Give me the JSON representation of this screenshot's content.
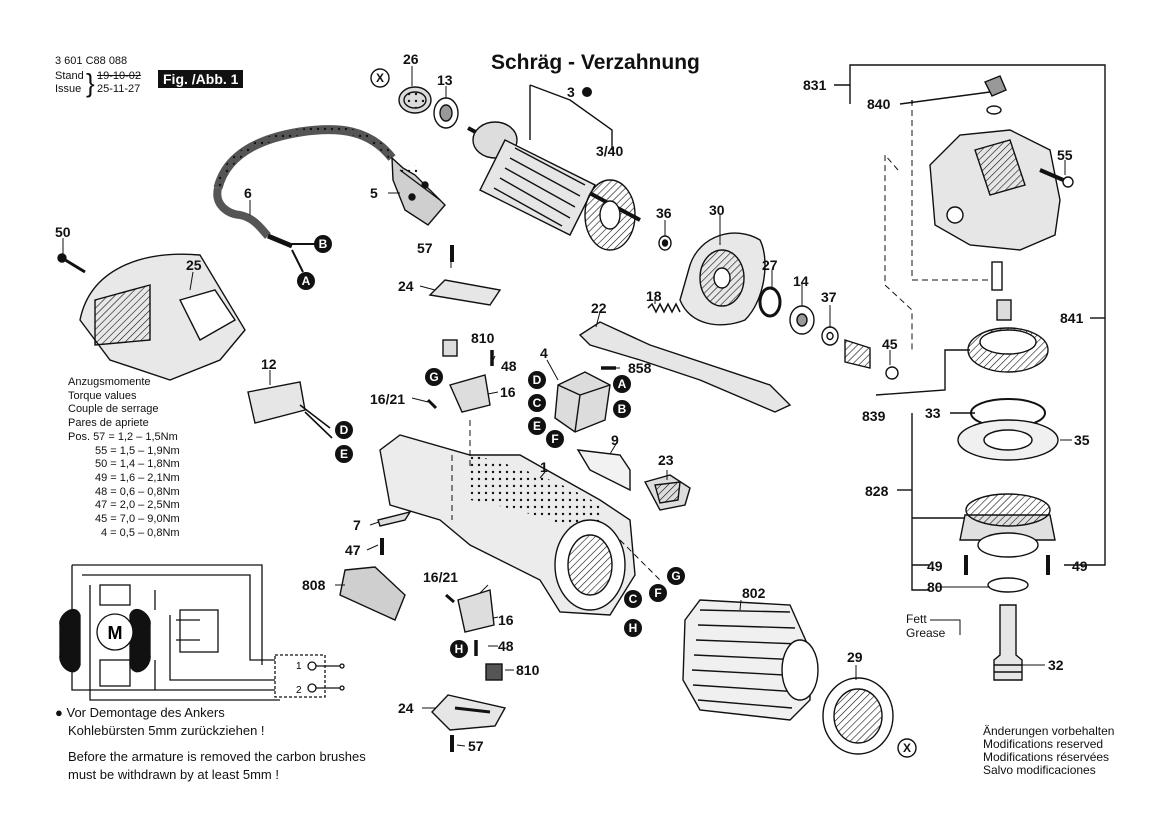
{
  "header": {
    "doc_number": "3 601 C88 088",
    "stand_label": "Stand",
    "issue_label": "Issue",
    "stand_date_old": "19-10-02",
    "issue_date": "25-11-27",
    "fig_label": "Fig. /Abb. 1",
    "title": "Schräg - Verzahnung"
  },
  "torque": {
    "title_lines": [
      "Anzugsmomente",
      "Torque values",
      "Couple de serrage",
      "Pares de apriete"
    ],
    "rows": [
      "Pos.  57 = 1,2  –  1,5Nm",
      "55 = 1,5  –  1,9Nm",
      "50 = 1,4  –  1,8Nm",
      "49 = 1,6  –  2,1Nm",
      "48 = 0,6  –  0,8Nm",
      "47 = 2,0  –  2,5Nm",
      "45 = 7,0  –  9,0Nm",
      "4 = 0,5  –  0,8Nm"
    ]
  },
  "note": {
    "bullet": "●",
    "de_line1": "Vor Demontage des Ankers",
    "de_line2": "Kohlebürsten 5mm zurückziehen !",
    "en_line1": "Before the armature is removed the carbon brushes",
    "en_line2": "must be withdrawn by at least 5mm !"
  },
  "grease": {
    "de": "Fett",
    "en": "Grease"
  },
  "modifications": [
    "Änderungen vorbehalten",
    "Modifications reserved",
    "Modifications réservées",
    "Salvo modificaciones"
  ],
  "wiring": {
    "motor_label": "M",
    "terminal_1": "1",
    "terminal_2": "2"
  },
  "parts": [
    {
      "id": "26"
    },
    {
      "id": "13"
    },
    {
      "id": "3"
    },
    {
      "id": "3/40"
    },
    {
      "id": "5"
    },
    {
      "id": "6"
    },
    {
      "id": "50"
    },
    {
      "id": "25"
    },
    {
      "id": "57"
    },
    {
      "id": "24"
    },
    {
      "id": "810"
    },
    {
      "id": "48"
    },
    {
      "id": "36"
    },
    {
      "id": "30"
    },
    {
      "id": "27"
    },
    {
      "id": "14"
    },
    {
      "id": "37"
    },
    {
      "id": "18"
    },
    {
      "id": "22"
    },
    {
      "id": "858"
    },
    {
      "id": "4"
    },
    {
      "id": "16"
    },
    {
      "id": "16/21"
    },
    {
      "id": "12"
    },
    {
      "id": "9"
    },
    {
      "id": "1"
    },
    {
      "id": "23"
    },
    {
      "id": "7"
    },
    {
      "id": "47"
    },
    {
      "id": "808"
    },
    {
      "id": "802"
    },
    {
      "id": "29"
    },
    {
      "id": "831"
    },
    {
      "id": "840"
    },
    {
      "id": "55"
    },
    {
      "id": "841"
    },
    {
      "id": "45"
    },
    {
      "id": "839"
    },
    {
      "id": "33"
    },
    {
      "id": "35"
    },
    {
      "id": "828"
    },
    {
      "id": "49"
    },
    {
      "id": "80"
    },
    {
      "id": "32"
    }
  ],
  "markers": [
    "A",
    "B",
    "C",
    "D",
    "E",
    "F",
    "G",
    "H",
    "X"
  ],
  "colors": {
    "ink": "#111111",
    "background": "#ffffff",
    "marker_fill": "#111111",
    "part_shade": "#bdbdbd"
  }
}
